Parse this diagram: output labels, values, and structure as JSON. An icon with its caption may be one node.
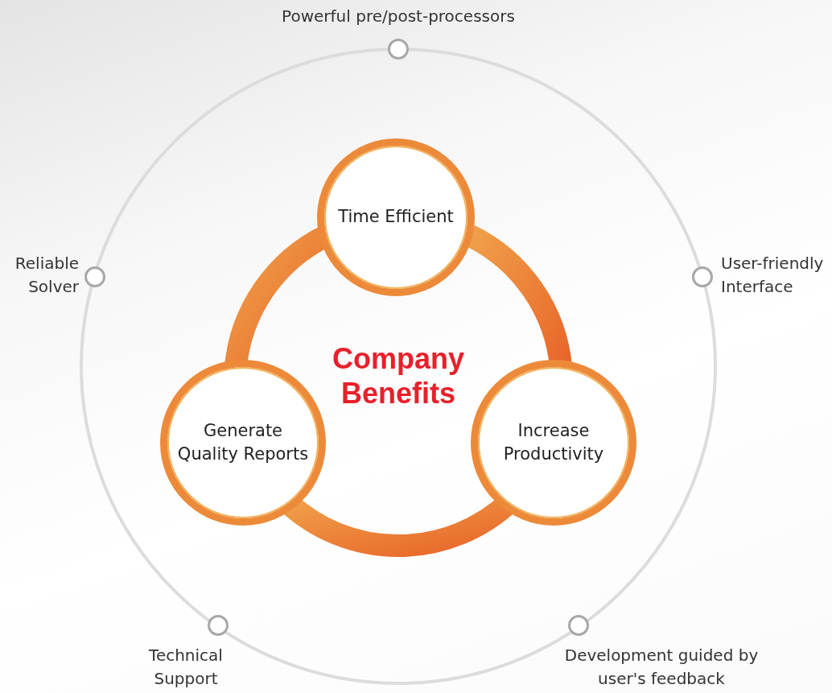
{
  "diagram": {
    "nodes": [
      {
        "text": [
          "Company Benefits"
        ]
      },
      {
        "text": [
          "Time Efficient"
        ]
      },
      {
        "text": [
          "Generate Quality Reports"
        ]
      },
      {
        "text": [
          "Increase Productivity"
        ]
      },
      {
        "text": [],
        "shape": "circle",
        "beside": [
          "Powerful pre/post-processors"
        ]
      },
      {
        "text": [],
        "shape": "circle",
        "beside": [
          "Reliable Solver"
        ]
      },
      {
        "text": [],
        "shape": "circle",
        "beside": [
          "User-friendly Interface"
        ]
      },
      {
        "text": [],
        "shape": "circle",
        "beside": [
          "Technical Support"
        ]
      },
      {
        "text": [],
        "shape": "circle",
        "beside": [
          "Development guided by user's feedback"
        ]
      }
    ],
    "edges": []
  }
}
